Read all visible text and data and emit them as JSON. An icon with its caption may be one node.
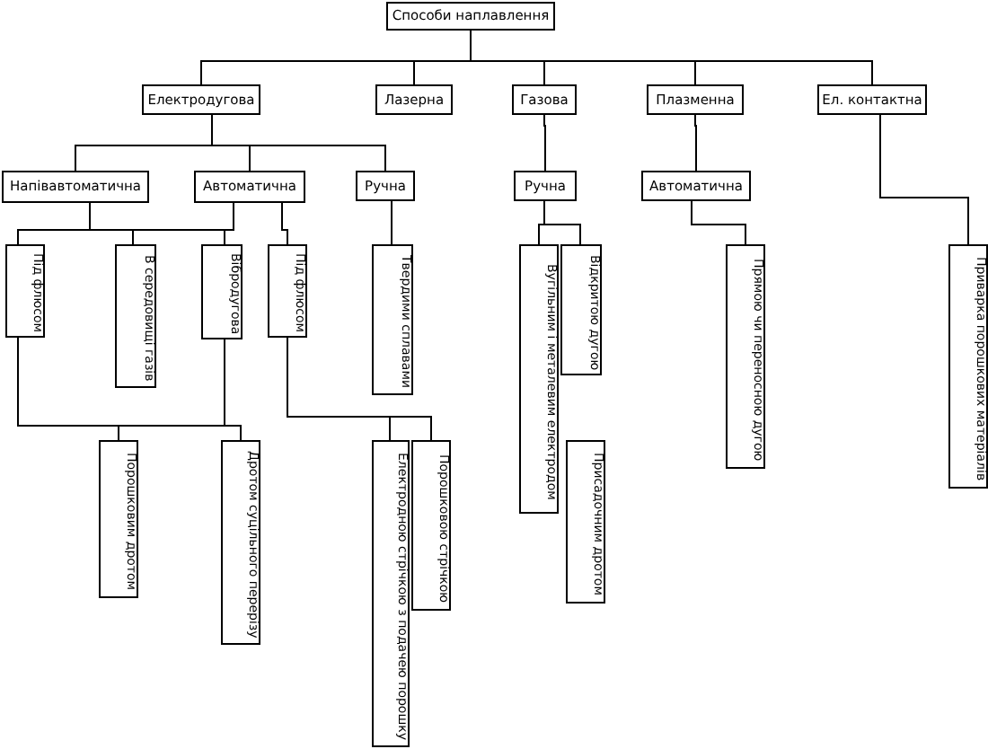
{
  "diagram": {
    "nodes": [
      {
        "text": [
          "Способи наплавлення"
        ]
      },
      {
        "text": [
          "Електродугова"
        ]
      },
      {
        "text": [
          "Лазерна"
        ]
      },
      {
        "text": [
          "Газова"
        ]
      },
      {
        "text": [
          "Плазменна"
        ]
      },
      {
        "text": [
          "Ел. контактна"
        ]
      },
      {
        "text": [
          "Напівавтоматична"
        ]
      },
      {
        "text": [
          "Автоматична"
        ]
      },
      {
        "text": [
          "Ручна"
        ]
      },
      {
        "text": [
          "Ручна"
        ]
      },
      {
        "text": [
          "Автоматична"
        ]
      },
      {
        "text": [
          "Під флюсом"
        ]
      },
      {
        "text": [
          "В середовищі газів"
        ]
      },
      {
        "text": [
          "Вібродугова"
        ]
      },
      {
        "text": [
          "Під флюсом"
        ]
      },
      {
        "text": [
          "Твердими сплавами"
        ]
      },
      {
        "text": [
          "Порошковим дротом"
        ]
      },
      {
        "text": [
          "Дротом суцільного перерізу"
        ]
      },
      {
        "text": [
          "Електродною стрічкою з подачею порошку"
        ]
      },
      {
        "text": [
          "Порошковою стрічкою"
        ]
      },
      {
        "text": [
          "Відкритою дугою"
        ]
      },
      {
        "text": [
          "Вугільним і металевим електродом"
        ]
      },
      {
        "text": [
          "Присадочним дротом"
        ]
      },
      {
        "text": [
          "Прямою чи переносною дугою"
        ]
      },
      {
        "text": [
          "Приварка порошкових матеріалів"
        ]
      }
    ],
    "edges": [
      {
        "from": 0,
        "to": 1,
        "arrow": "none"
      },
      {
        "from": 0,
        "to": 2,
        "arrow": "none"
      },
      {
        "from": 0,
        "to": 3,
        "arrow": "none"
      },
      {
        "from": 0,
        "to": 4,
        "arrow": "none"
      },
      {
        "from": 0,
        "to": 5,
        "arrow": "none"
      },
      {
        "from": 1,
        "to": 6,
        "arrow": "none"
      },
      {
        "from": 1,
        "to": 7,
        "arrow": "none"
      },
      {
        "from": 1,
        "to": 8,
        "arrow": "none"
      },
      {
        "from": 3,
        "to": 9,
        "arrow": "none"
      },
      {
        "from": 4,
        "to": 10,
        "arrow": "none"
      },
      {
        "from": 6,
        "to": 11,
        "arrow": "none"
      },
      {
        "from": 6,
        "to": 12,
        "arrow": "none"
      },
      {
        "from": 6,
        "to": 13,
        "arrow": "none"
      },
      {
        "from": 7,
        "to": 11,
        "arrow": "none"
      },
      {
        "from": 7,
        "to": 12,
        "arrow": "none"
      },
      {
        "from": 7,
        "to": 13,
        "arrow": "none"
      },
      {
        "from": 7,
        "to": 14,
        "arrow": "none"
      },
      {
        "from": 8,
        "to": 15,
        "arrow": "none"
      },
      {
        "from": 11,
        "to": 16,
        "arrow": "none"
      },
      {
        "from": 11,
        "to": 17,
        "arrow": "none"
      },
      {
        "from": 13,
        "to": 16,
        "arrow": "none"
      },
      {
        "from": 13,
        "to": 17,
        "arrow": "none"
      },
      {
        "from": 14,
        "to": 18,
        "arrow": "none"
      },
      {
        "from": 14,
        "to": 19,
        "arrow": "none"
      },
      {
        "from": 9,
        "to": 20,
        "arrow": "none"
      },
      {
        "from": 9,
        "to": 21,
        "arrow": "none"
      },
      {
        "from": 10,
        "to": 23,
        "arrow": "none"
      },
      {
        "from": 5,
        "to": 24,
        "arrow": "none"
      }
    ]
  }
}
